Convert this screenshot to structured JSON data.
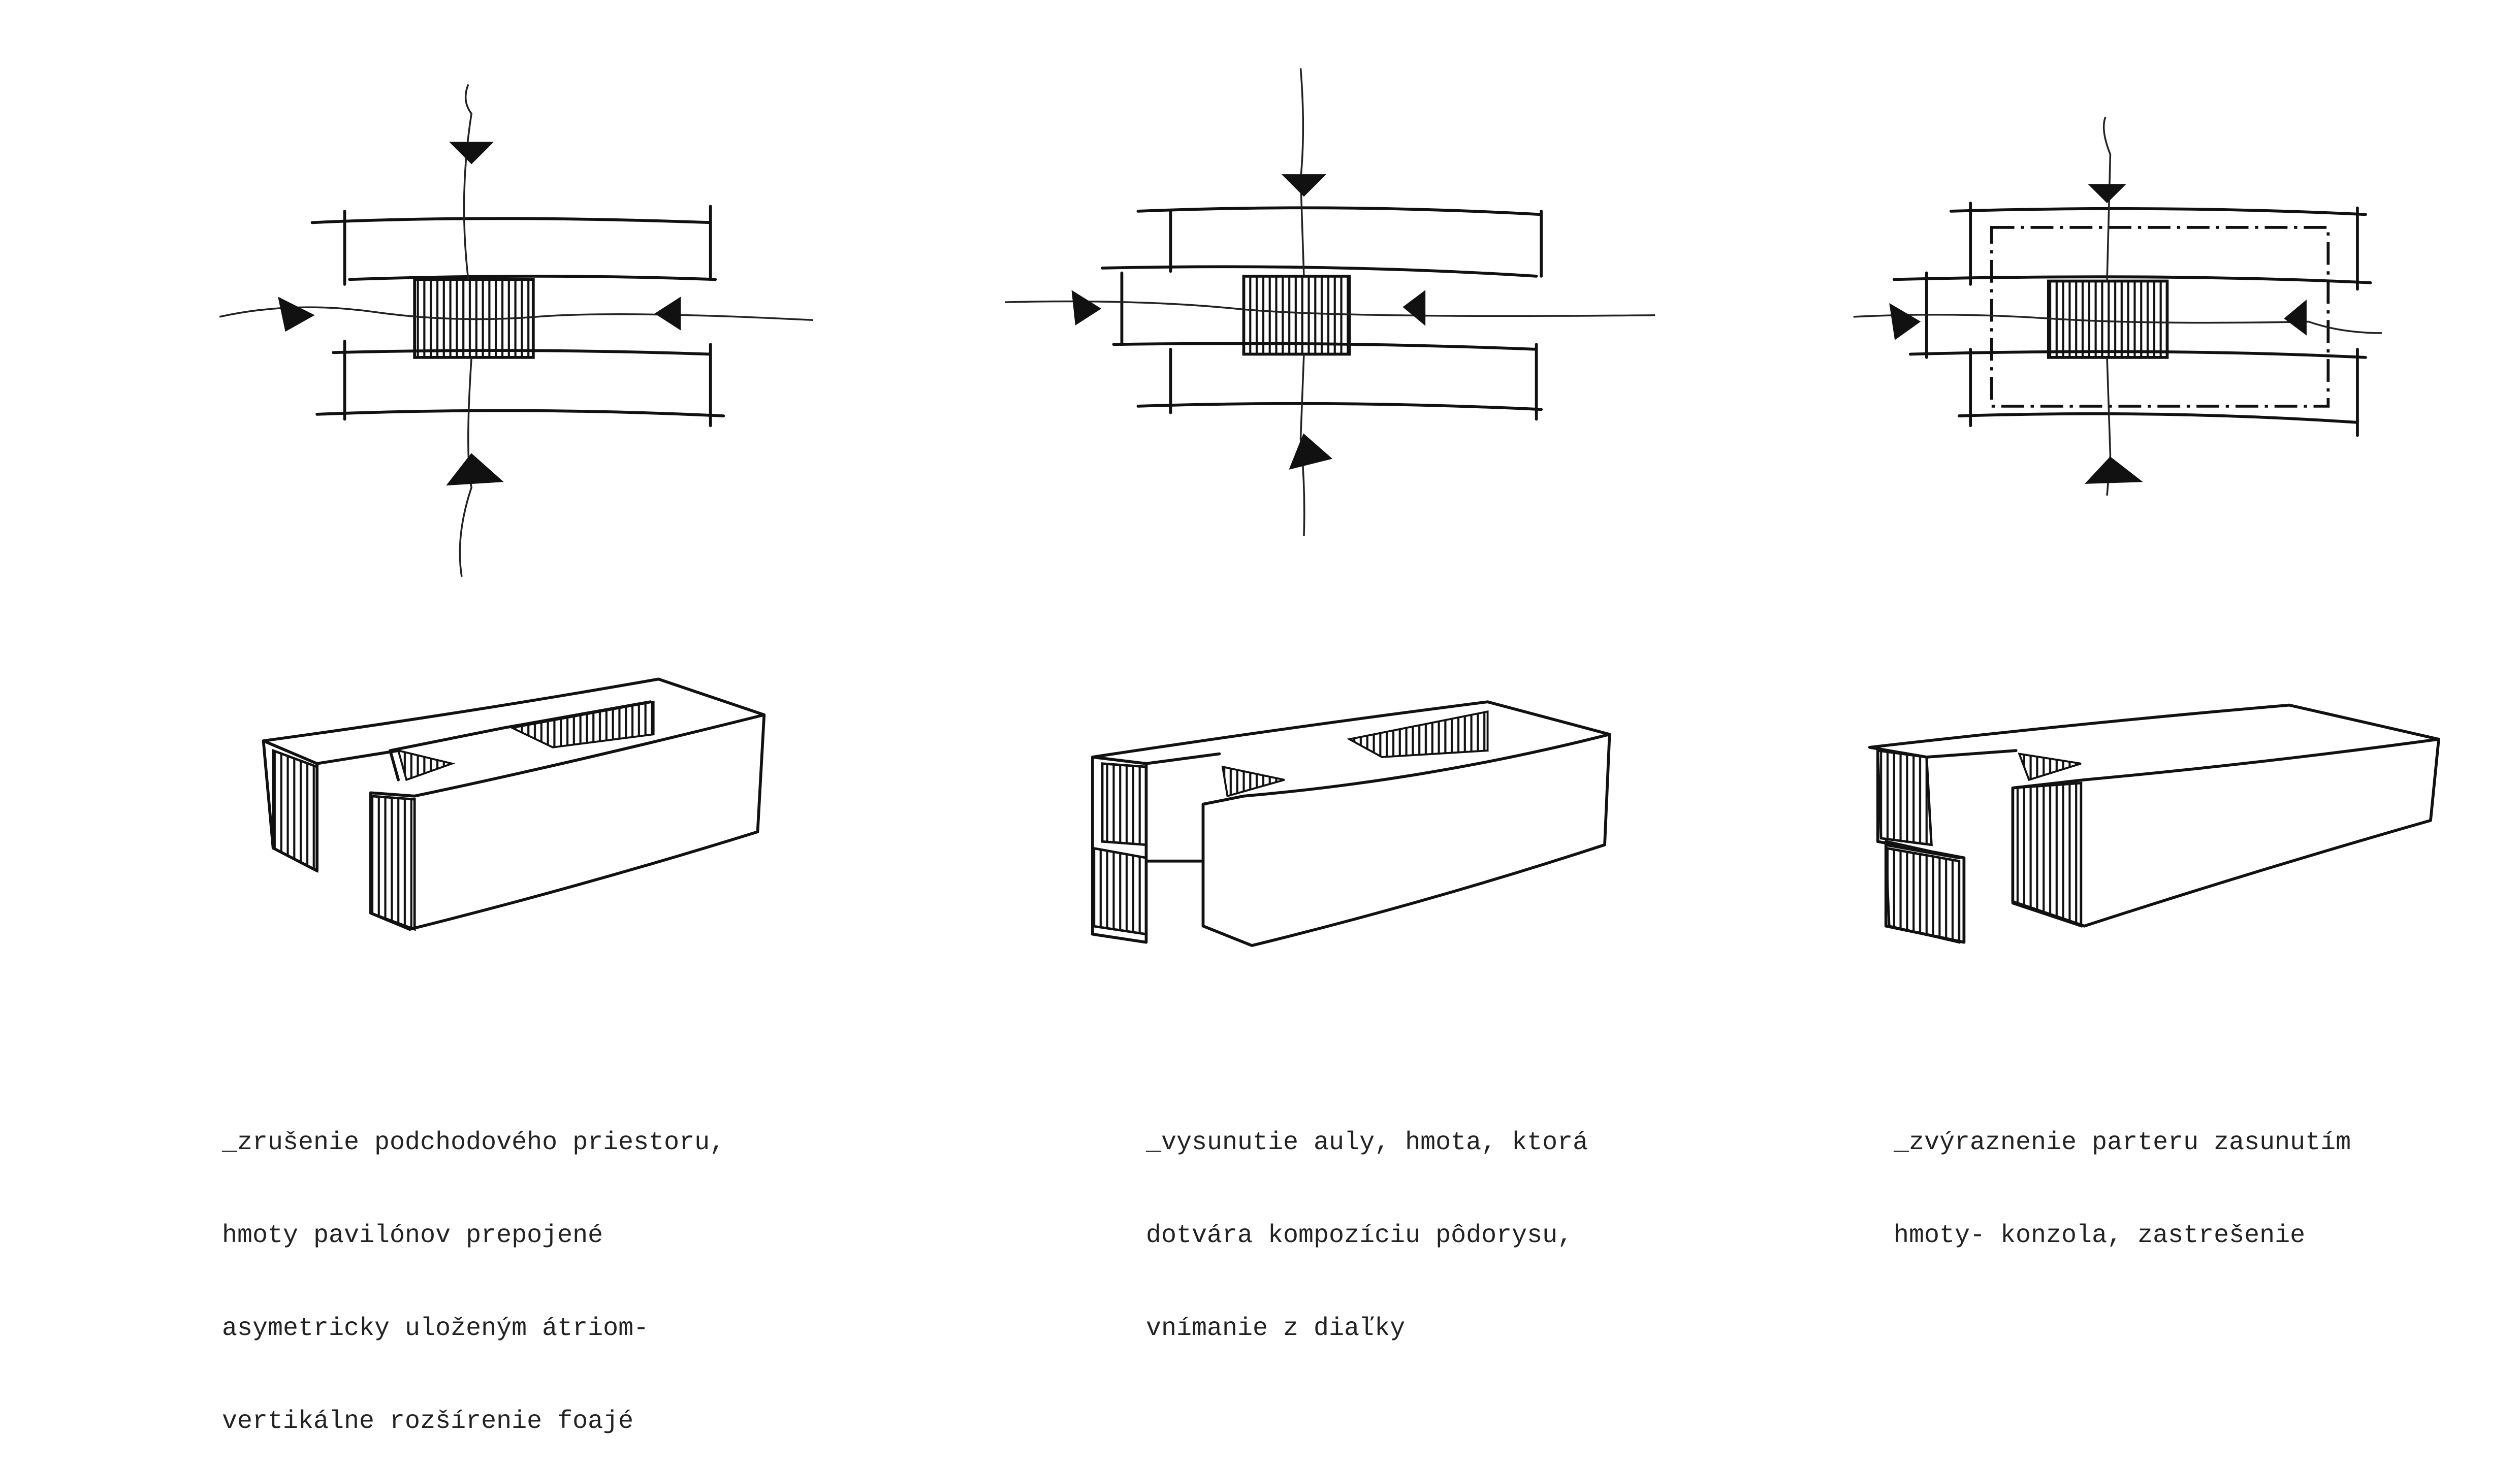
{
  "captions": [
    {
      "lines": [
        "_zrušenie podchodového priestoru,",
        "hmoty pavilónov prepojené",
        "asymetricky uloženým átriom-",
        "vertikálne rozšírenie foajé"
      ]
    },
    {
      "lines": [
        "_vysunutie auly, hmota, ktorá",
        "dotvára kompozíciu pôdorysu,",
        "vnímanie z diaľky"
      ]
    },
    {
      "lines": [
        "_zvýraznenie parteru zasunutím",
        "hmoty- konzola, zastrešenie"
      ]
    }
  ],
  "colors": {
    "ink": "#111111",
    "background": "#ffffff"
  }
}
